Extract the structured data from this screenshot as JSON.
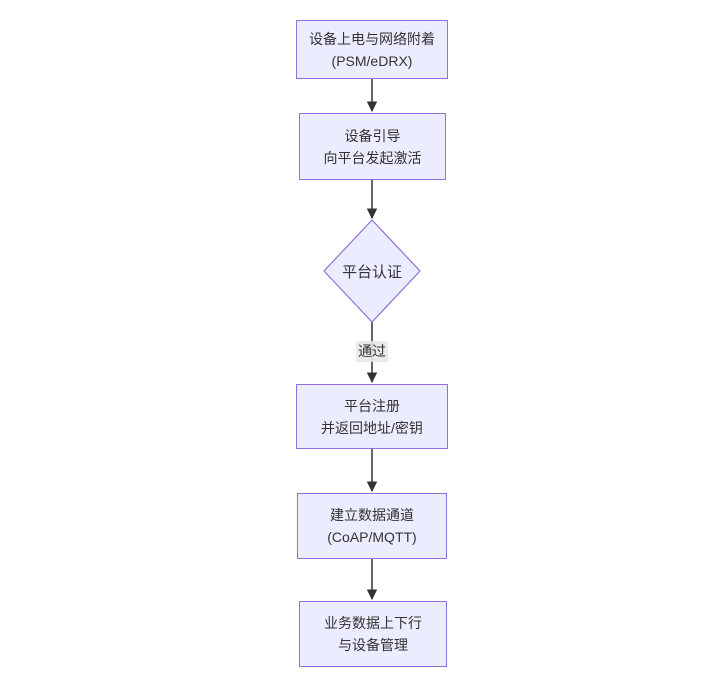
{
  "flow": {
    "title": "NB-IoT device onboarding flowchart",
    "colors": {
      "node_fill": "#ECECFF",
      "node_border": "#9370DB",
      "text": "#333333",
      "arrow": "#333333",
      "edge_label_bg": "#e8e8e8",
      "background": "#ffffff"
    },
    "nodes": [
      {
        "id": "power-attach",
        "type": "rect",
        "text": "设备上电与网络附着\n(PSM/eDRX)"
      },
      {
        "id": "bootstrap",
        "type": "rect",
        "text": "设备引导\n向平台发起激活"
      },
      {
        "id": "auth",
        "type": "diamond",
        "text": "平台认证"
      },
      {
        "id": "register",
        "type": "rect",
        "text": "平台注册\n并返回地址/密钥"
      },
      {
        "id": "channel",
        "type": "rect",
        "text": "建立数据通道\n(CoAP/MQTT)"
      },
      {
        "id": "business",
        "type": "rect",
        "text": "业务数据上下行\n与设备管理"
      }
    ],
    "edges": [
      {
        "from": "power-attach",
        "to": "bootstrap",
        "label": ""
      },
      {
        "from": "bootstrap",
        "to": "auth",
        "label": ""
      },
      {
        "from": "auth",
        "to": "register",
        "label": "通过"
      },
      {
        "from": "register",
        "to": "channel",
        "label": ""
      },
      {
        "from": "channel",
        "to": "business",
        "label": ""
      }
    ]
  }
}
